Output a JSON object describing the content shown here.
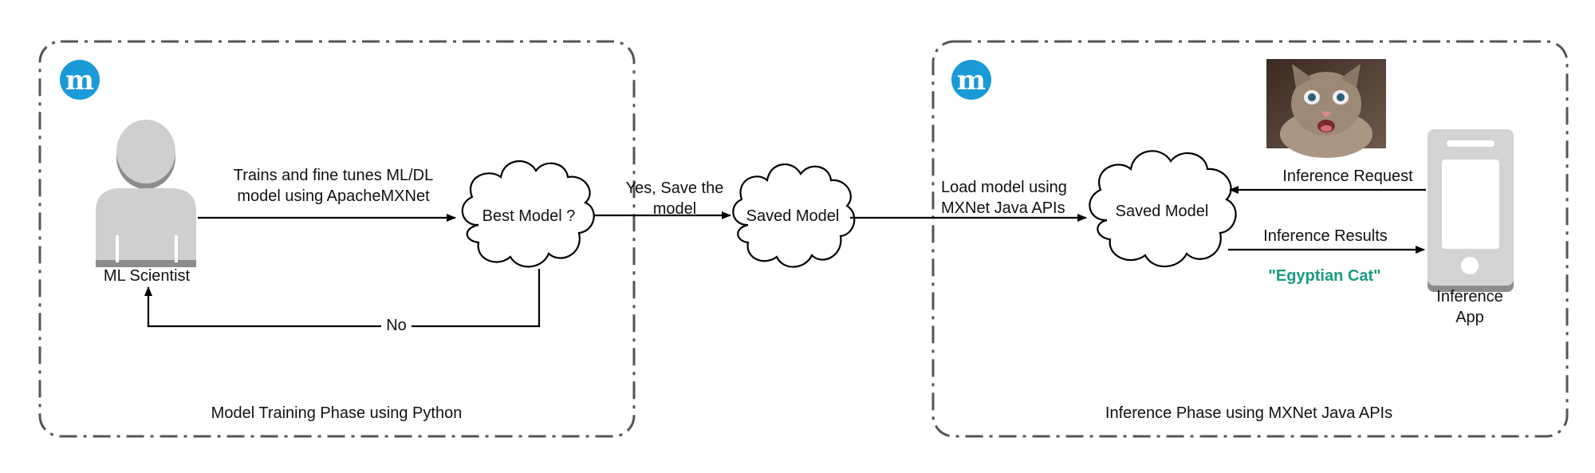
{
  "training_phase": {
    "caption": "Model Training Phase using Python",
    "logo_letter": "m",
    "scientist_label": "ML Scientist",
    "train_label_line1": "Trains and fine tunes ML/DL",
    "train_label_line2": "model using ApacheMXNet",
    "best_model_label": "Best Model ?",
    "no_label": "No"
  },
  "transfer": {
    "yes_label_line1": "Yes, Save the",
    "yes_label_line2": "model",
    "saved_model_label": "Saved Model"
  },
  "inference_phase": {
    "caption": "Inference Phase using MXNet Java APIs",
    "logo_letter": "m",
    "load_label_line1": "Load model using",
    "load_label_line2": "MXNet Java APIs",
    "saved_model_label": "Saved Model",
    "request_label": "Inference Request",
    "results_label": "Inference Results",
    "result_value": "\"Egyptian Cat\"",
    "app_label_line1": "Inference",
    "app_label_line2": "App"
  },
  "colors": {
    "logo": "#1a9ad6",
    "result": "#1b9a82",
    "person": "#cfcfcf",
    "person_shadow": "#8c8c8c",
    "phone": "#d3d3d3"
  }
}
